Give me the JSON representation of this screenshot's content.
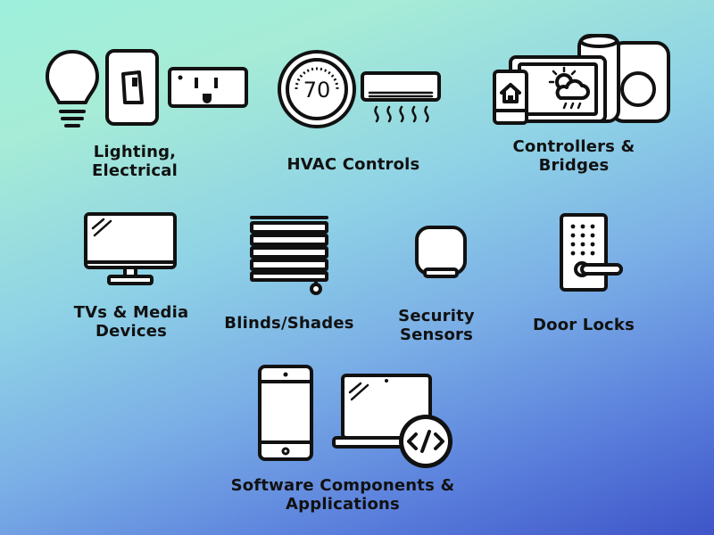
{
  "categories": {
    "lighting": {
      "line1": "Lighting,",
      "line2": "Electrical",
      "icons": [
        "lightbulb-icon",
        "light-switch-icon",
        "power-outlet-icon"
      ]
    },
    "hvac": {
      "line1": "HVAC Controls",
      "thermostat_value": "70",
      "icons": [
        "thermostat-icon",
        "air-conditioner-icon"
      ]
    },
    "controllers": {
      "line1": "Controllers &",
      "line2": "Bridges",
      "icons": [
        "smart-speaker-icon",
        "tablet-weather-icon",
        "phone-home-icon"
      ]
    },
    "tvs": {
      "line1": "TVs & Media",
      "line2": "Devices",
      "icons": [
        "tv-icon"
      ]
    },
    "blinds": {
      "line1": "Blinds/Shades",
      "icons": [
        "blinds-icon"
      ]
    },
    "security": {
      "line1": "Security",
      "line2": "Sensors",
      "icons": [
        "sensor-icon"
      ]
    },
    "locks": {
      "line1": "Door Locks",
      "icons": [
        "keypad-lock-icon"
      ]
    },
    "software": {
      "line1": "Software Components &",
      "line2": "Applications",
      "icons": [
        "smartphone-icon",
        "laptop-icon",
        "code-icon"
      ]
    }
  },
  "colors": {
    "gradient_top": "#9ef0dc",
    "gradient_bottom": "#3e55c8",
    "stroke": "#111111",
    "fill": "#ffffff"
  }
}
